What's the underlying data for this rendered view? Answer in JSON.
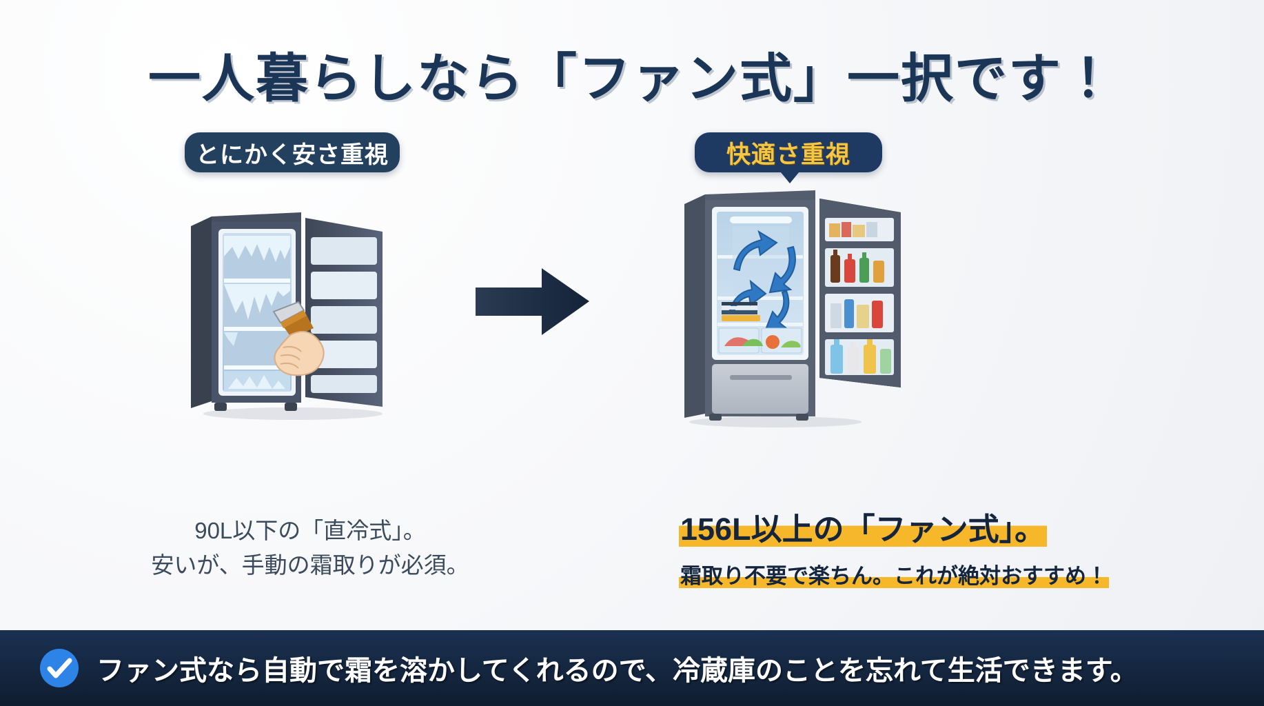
{
  "title": "一人暮らしなら「ファン式」一択です！",
  "left": {
    "badge": "とにかく安さ重視",
    "caption_line1": "90L以下の「直冷式」。",
    "caption_line2": "安いが、手動の霜取りが必須。",
    "illustration": "frost-fridge-with-ice-scraper"
  },
  "right": {
    "badge": "快適さ重視",
    "caption_line1": "156L以上の「ファン式」。",
    "caption_line2": "霜取り不要で楽ちん。これが絶対おすすめ！",
    "illustration": "fan-fridge-with-air-circulation"
  },
  "arrow": "right-arrow-icon",
  "banner": {
    "icon": "check-circle-icon",
    "text": "ファン式なら自動で霜を溶かしてくれるので、冷蔵庫のことを忘れて生活できます。"
  },
  "colors": {
    "navy": "#1b3557",
    "badge_navy": "#23405f",
    "badge_gold": "#f5c644",
    "highlight_yellow": "#f6b72a",
    "banner_bg": "#14263f",
    "check_blue": "#2e83e6",
    "body_text": "#3c4b5c",
    "fridge_body": "#4a5568",
    "ice_blue": "#cfe4f2",
    "arrow_blue": "#2f78c4"
  }
}
